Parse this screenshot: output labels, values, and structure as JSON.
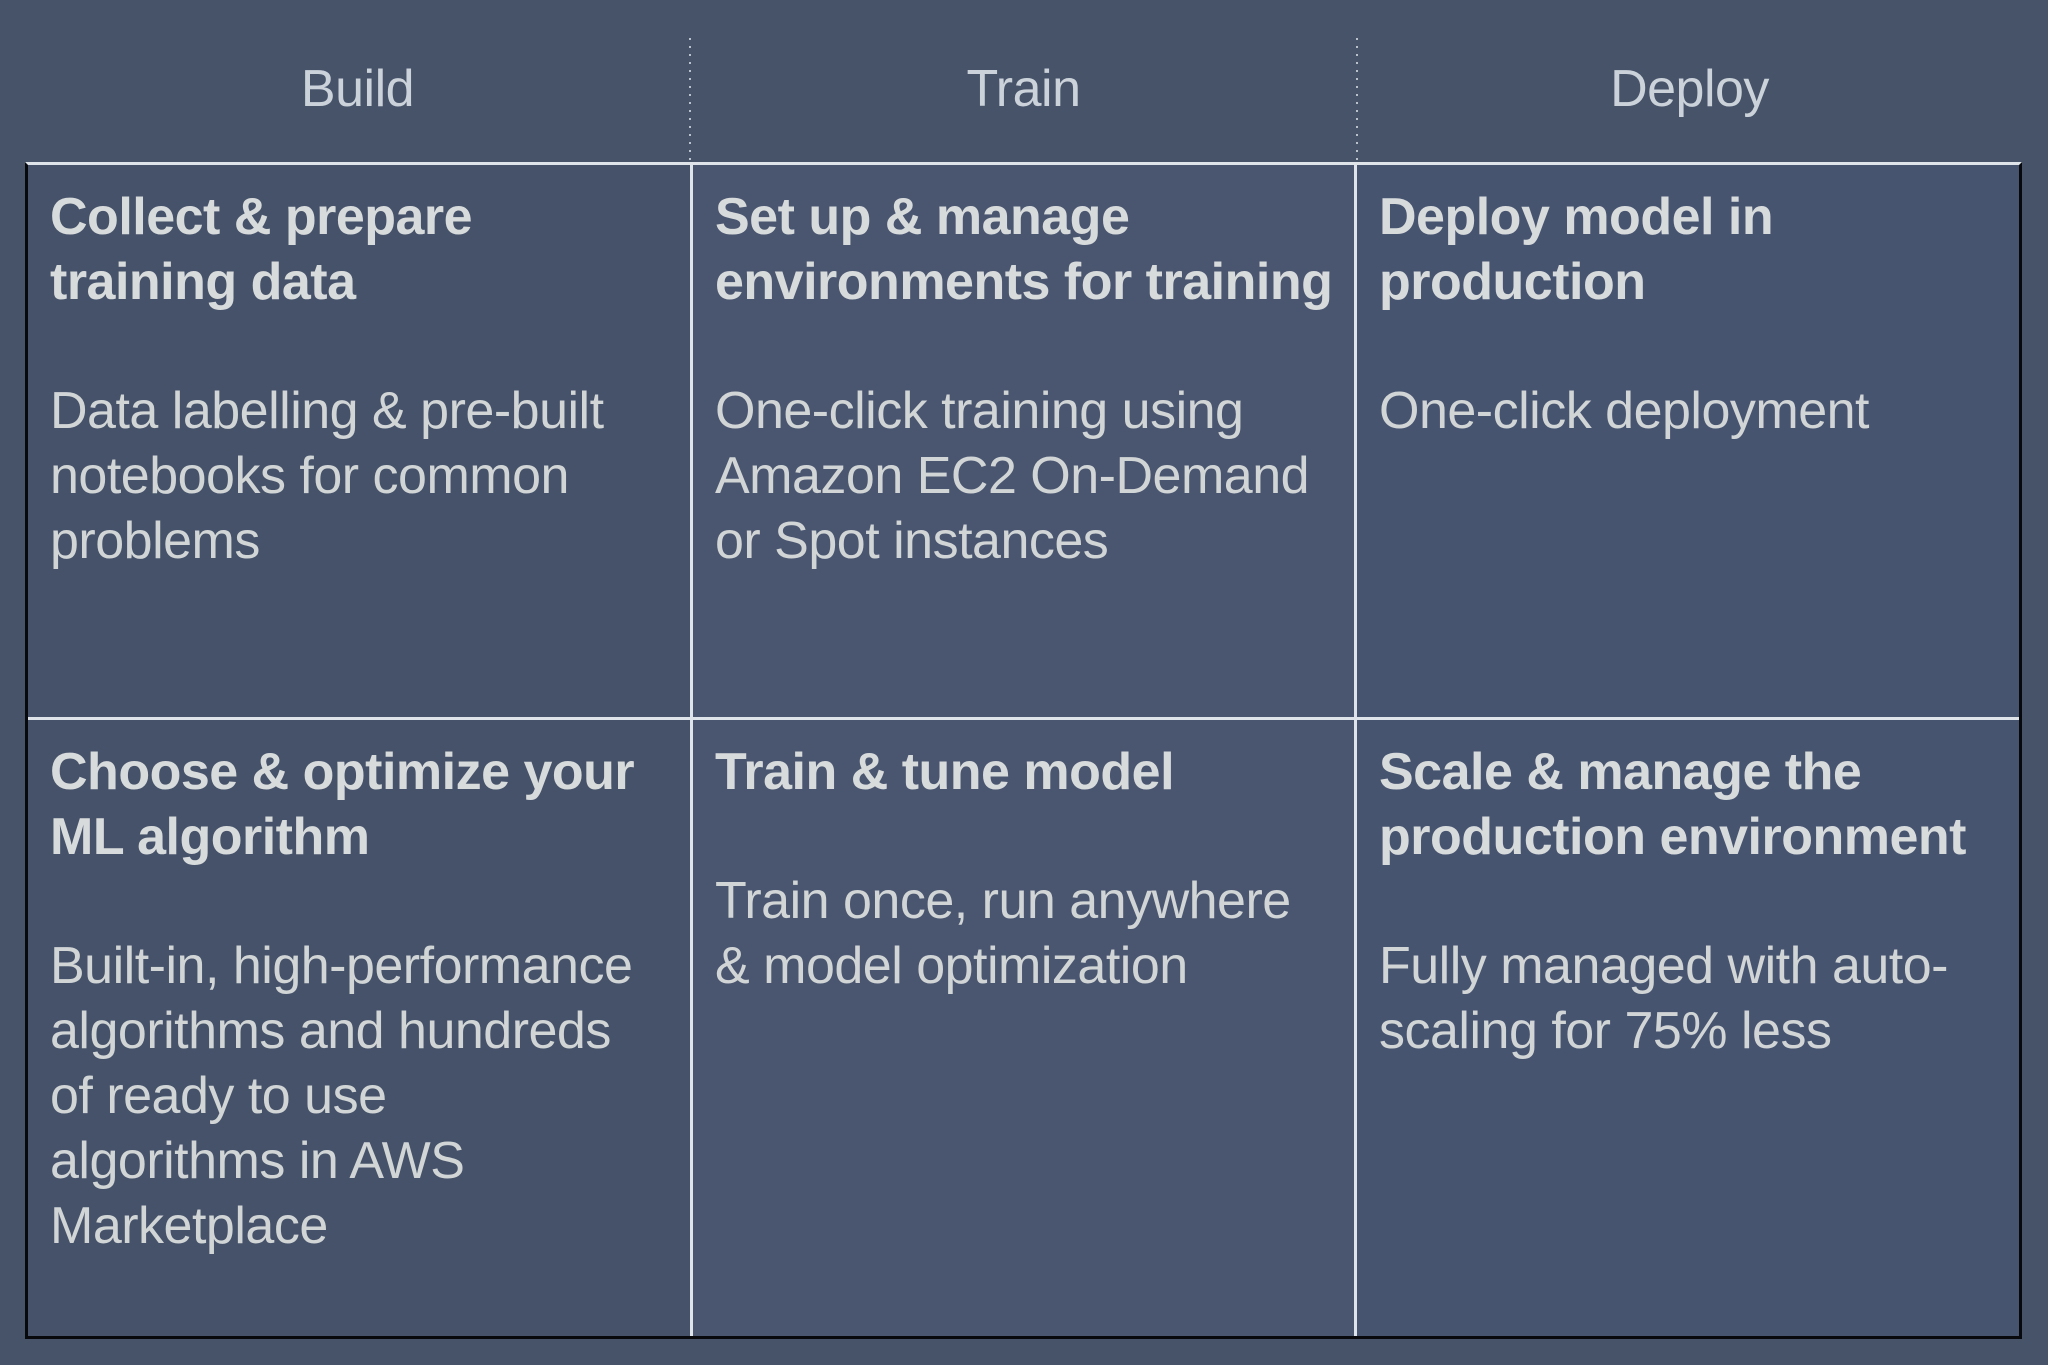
{
  "colors": {
    "page_bg": "#465369",
    "grid_line": "#dfe4ea",
    "outer_border": "#07090d",
    "header_text": "#cbd2da",
    "title_text": "#d8dbdc",
    "body_text": "#d1d5d6",
    "dotted_divider": "#cdd5de",
    "cell_bg_col1": "#455269",
    "cell_bg_col2": "#4a5670",
    "cell_bg_col3": "#475470"
  },
  "columns": [
    {
      "header": "Build",
      "cells": [
        {
          "title": "Collect & prepare\ntraining data",
          "body": "Data labelling & pre-built\nnotebooks for common\nproblems"
        },
        {
          "title": "Choose & optimize your\nML algorithm",
          "body": "Built-in, high-performance\nalgorithms and hundreds\nof ready to use\nalgorithms in AWS\nMarketplace"
        }
      ]
    },
    {
      "header": "Train",
      "cells": [
        {
          "title": "Set up & manage\nenvironments for training",
          "body": "One-click training using\nAmazon EC2 On-Demand\nor Spot instances"
        },
        {
          "title": "Train & tune model",
          "body": "Train once, run anywhere\n& model optimization"
        }
      ]
    },
    {
      "header": "Deploy",
      "cells": [
        {
          "title": "Deploy model in\nproduction",
          "body": "One-click deployment"
        },
        {
          "title": "Scale & manage the\nproduction environment",
          "body": "Fully managed with auto-\nscaling for 75% less"
        }
      ]
    }
  ]
}
